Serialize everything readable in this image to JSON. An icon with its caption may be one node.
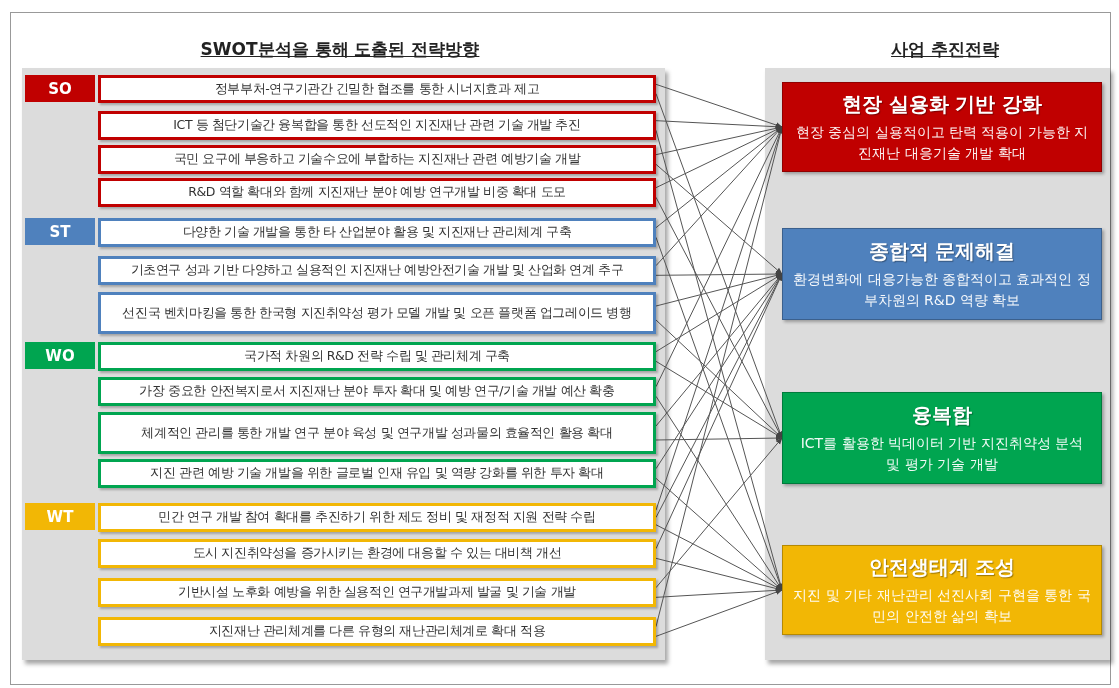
{
  "diagram": {
    "nodes": [
      {
        "text": [
          "SO"
        ]
      },
      {
        "text": [
          "정부부처-연구기관간 긴밀한 협조를 통한 시너지효과 제고"
        ]
      },
      {
        "text": [
          "ICT 등 첨단기술간 융복합을 통한 선도적인 지진재난 관련 기술 개발 추진"
        ]
      },
      {
        "text": [
          "국민 요구에 부응하고 기술수요에 부합하는 지진재난 관련 예방기술 개발"
        ]
      },
      {
        "text": [
          "R&D 역할 확대와 함께 지진재난 분야 예방 연구개발 비중 확대 도모"
        ]
      },
      {
        "text": [
          "ST"
        ]
      },
      {
        "text": [
          "다양한 기술 개발을 통한 타 산업분야 활용 및 지진재난 관리체계 구축"
        ]
      },
      {
        "text": [
          "기초연구 성과 기반 다양하고 실용적인 지진재난 예방안전기술 개발 및 산업화 연계 추구"
        ]
      },
      {
        "text": [
          "선진국 벤치마킹을 통한 한국형 지진취약성 평가 모델 개발 및 오픈 플랫폼 업그레이드 병행"
        ]
      },
      {
        "text": [
          "WO"
        ]
      },
      {
        "text": [
          "국가적 차원의 R&D 전략 수립 및 관리체계 구축"
        ]
      },
      {
        "text": [
          "가장 중요한 안전복지로서 지진재난 분야 투자 확대 및 예방 연구/기술 개발 예산 확충"
        ]
      },
      {
        "text": [
          "체계적인 관리를 통한 개발 연구 분야 육성 및 연구개발 성과물의 효율적인 활용 확대"
        ]
      },
      {
        "text": [
          "지진 관련 예방 기술 개발을 위한 글로벌 인재 유입 및 역량 강화를 위한 투자 확대"
        ]
      },
      {
        "text": [
          "WT"
        ]
      },
      {
        "text": [
          "민간 연구 개발 참여 확대를 추진하기 위한 제도 정비 및 재정적 지원 전략 수립"
        ]
      },
      {
        "text": [
          "도시 지진취약성을 증가시키는 환경에 대응할 수 있는 대비책 개선"
        ]
      },
      {
        "text": [
          "기반시설 노후화 예방을 위한 실용적인 연구개발과제 발굴 및 기술 개발"
        ]
      },
      {
        "text": [
          "지진재난 관리체계를 다른 유형의 재난관리체계로 확대 적용"
        ]
      },
      {
        "text": [
          "현장 실용화 기반 강화",
          "현장 중심의 실용적이고 탄력 적용이 가능한 지진재난 대응기술 개발 확대"
        ]
      },
      {
        "text": [
          "종합적 문제해결",
          "환경변화에 대응가능한 종합적이고 효과적인 정부차원의 R&D 역량 확보"
        ]
      },
      {
        "text": [
          "융복합",
          "ICT를 활용한 빅데이터 기반 지진취약성 분석 및 평가 기술 개발"
        ]
      },
      {
        "text": [
          "안전생태계 조성",
          "지진 및 기타 재난관리 선진사회 구현을 통한 국민의 안전한 삶의 확보"
        ]
      }
    ],
    "edges": [
      {
        "from": 1,
        "to": 19,
        "arrow": "to"
      },
      {
        "from": 1,
        "to": 21,
        "arrow": "to"
      },
      {
        "from": 2,
        "to": 19,
        "arrow": "to"
      },
      {
        "from": 2,
        "to": 22,
        "arrow": "to"
      },
      {
        "from": 3,
        "to": 19,
        "arrow": "to"
      },
      {
        "from": 3,
        "to": 20,
        "arrow": "to"
      },
      {
        "from": 4,
        "to": 19,
        "arrow": "to"
      },
      {
        "from": 4,
        "to": 21,
        "arrow": "to"
      },
      {
        "from": 6,
        "to": 19,
        "arrow": "to"
      },
      {
        "from": 6,
        "to": 22,
        "arrow": "to"
      },
      {
        "from": 7,
        "to": 19,
        "arrow": "to"
      },
      {
        "from": 7,
        "to": 20,
        "arrow": "to"
      },
      {
        "from": 8,
        "to": 20,
        "arrow": "to"
      },
      {
        "from": 8,
        "to": 21,
        "arrow": "to"
      },
      {
        "from": 10,
        "to": 20,
        "arrow": "to"
      },
      {
        "from": 10,
        "to": 21,
        "arrow": "to"
      },
      {
        "from": 11,
        "to": 19,
        "arrow": "to"
      },
      {
        "from": 11,
        "to": 22,
        "arrow": "to"
      },
      {
        "from": 12,
        "to": 20,
        "arrow": "to"
      },
      {
        "from": 12,
        "to": 21,
        "arrow": "to"
      },
      {
        "from": 13,
        "to": 20,
        "arrow": "to"
      },
      {
        "from": 13,
        "to": 22,
        "arrow": "to"
      },
      {
        "from": 15,
        "to": 19,
        "arrow": "to"
      },
      {
        "from": 15,
        "to": 20,
        "arrow": "to"
      },
      {
        "from": 15,
        "to": 22,
        "arrow": "to"
      },
      {
        "from": 16,
        "to": 20,
        "arrow": "to"
      },
      {
        "from": 16,
        "to": 22,
        "arrow": "to"
      },
      {
        "from": 17,
        "to": 21,
        "arrow": "to"
      },
      {
        "from": 17,
        "to": 22,
        "arrow": "to"
      },
      {
        "from": 18,
        "to": 19,
        "arrow": "to"
      },
      {
        "from": 18,
        "to": 22,
        "arrow": "to"
      }
    ],
    "labels": [
      "SWOT분석을 통해 도출된 전략방향",
      "사업 추진전략"
    ]
  }
}
